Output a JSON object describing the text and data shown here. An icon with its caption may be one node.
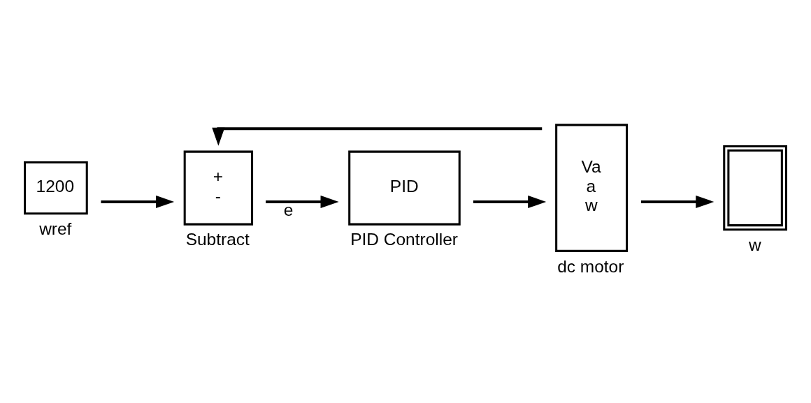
{
  "diagram": {
    "nodes": [
      {
        "text": [
          "1200"
        ],
        "beside": [
          "wref"
        ]
      },
      {
        "text": [
          "+",
          "-"
        ],
        "beside": [
          "Subtract"
        ]
      },
      {
        "text": [
          "PID"
        ],
        "beside": [
          "PID Controller"
        ]
      },
      {
        "text": [
          "Va",
          "a",
          "w"
        ],
        "beside": [
          "dc motor"
        ]
      },
      {
        "text": [],
        "shape": "box",
        "beside": [
          "w"
        ]
      }
    ],
    "edges": [
      {
        "from": 0,
        "to": 1,
        "arrow": "to"
      },
      {
        "from": 1,
        "to": 2,
        "arrow": "to",
        "label": "e"
      },
      {
        "from": 2,
        "to": 3,
        "arrow": "to"
      },
      {
        "from": 3,
        "to": 4,
        "arrow": "to"
      },
      {
        "from": 3,
        "to": 1,
        "arrow": "to"
      }
    ]
  }
}
